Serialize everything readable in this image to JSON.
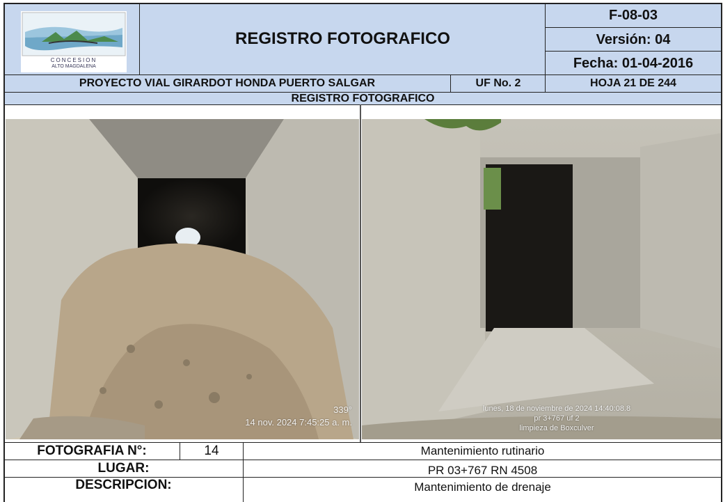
{
  "header": {
    "logo_text_top": "CONCESION",
    "logo_text_bottom": "ALTO MAGDALENA",
    "title": "REGISTRO FOTOGRAFICO",
    "code": "F-08-03",
    "version": "Versión: 04",
    "date": "Fecha: 01-04-2016"
  },
  "project_row": {
    "project": "PROYECTO VIAL GIRARDOT HONDA PUERTO SALGAR",
    "uf": "UF No.  2",
    "sheet": "HOJA 21 DE 244"
  },
  "section_title": "REGISTRO FOTOGRAFICO",
  "photos": {
    "left": {
      "stamp_angle": "339°",
      "stamp_datetime": "14 nov. 2024 7:45:25 a. m."
    },
    "right": {
      "stamp_datetime": "lunes, 18 de noviembre de 2024 14:40:08.8",
      "stamp_location": "pr 3+767 uf 2",
      "stamp_note": "limpieza de Boxculver"
    }
  },
  "footer": {
    "photo_label": "FOTOGRAFIA N°:",
    "photo_number": "14",
    "photo_value": "Mantenimiento rutinario",
    "place_label": "LUGAR:",
    "place_value": "PR 03+767 RN 4508",
    "desc_label": "DESCRIPCION:",
    "desc_value": "Mantenimiento de drenaje"
  },
  "colors": {
    "header_fill": "#c7d7ee",
    "border": "#222222"
  }
}
